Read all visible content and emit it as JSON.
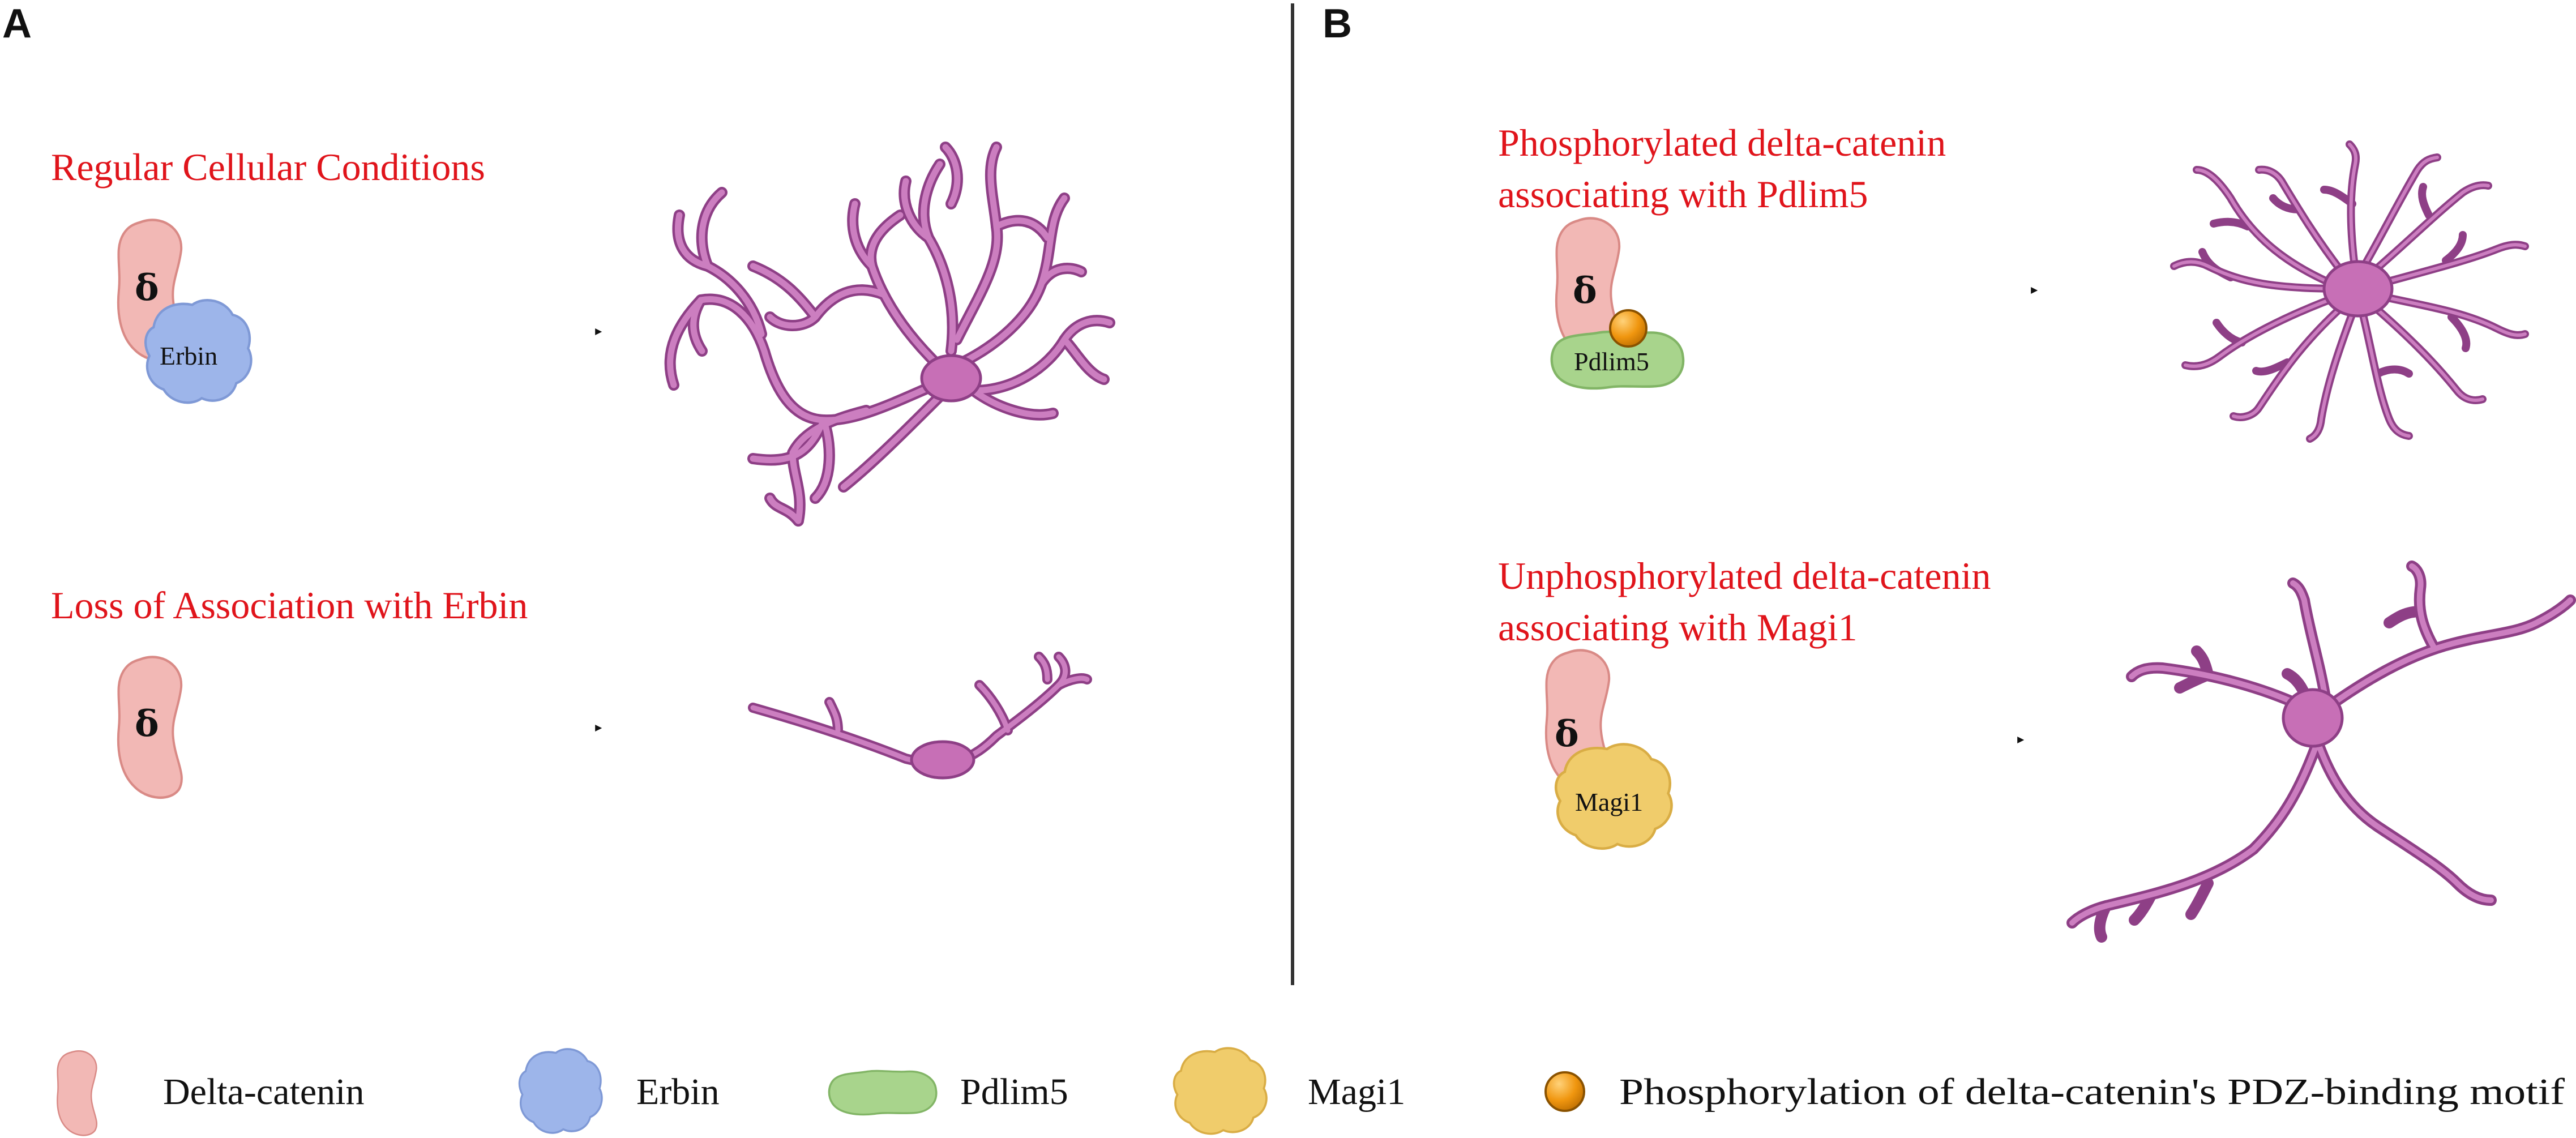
{
  "panels": {
    "a": {
      "letter": "A",
      "rows": [
        {
          "heading": "Regular Cellular Conditions",
          "delta": "δ",
          "partner": "Erbin"
        },
        {
          "heading": "Loss of Association with Erbin",
          "delta": "δ"
        }
      ]
    },
    "b": {
      "letter": "B",
      "rows": [
        {
          "heading_line1": "Phosphorylated delta-catenin",
          "heading_line2": "associating with Pdlim5",
          "delta": "δ",
          "partner": "Pdlim5"
        },
        {
          "heading_line1": "Unphosphorylated delta-catenin",
          "heading_line2": "associating with Magi1",
          "delta": "δ",
          "partner": "Magi1"
        }
      ]
    }
  },
  "legend": {
    "items": [
      {
        "label": "Delta-catenin",
        "icon": "delta-catenin-icon"
      },
      {
        "label": "Erbin",
        "icon": "erbin-icon"
      },
      {
        "label": "Pdlim5",
        "icon": "pdlim5-icon"
      },
      {
        "label": "Magi1",
        "icon": "magi1-icon"
      },
      {
        "label": "Phosphorylation of delta-catenin's PDZ-binding motif",
        "icon": "phosphorylation-icon"
      }
    ]
  },
  "colors": {
    "heading": "#e0141b",
    "delta_catenin_fill": "#f2b8b5",
    "delta_catenin_stroke": "#d98a86",
    "erbin_fill": "#9db5ea",
    "erbin_stroke": "#7f99d6",
    "pdlim5_fill": "#a8d48c",
    "pdlim5_stroke": "#82b566",
    "magi1_fill": "#f0cc6b",
    "magi1_stroke": "#d9ad45",
    "phospho_fill": "#f0960f",
    "phospho_stroke": "#a35f00",
    "neuron": "#c76fb6"
  }
}
